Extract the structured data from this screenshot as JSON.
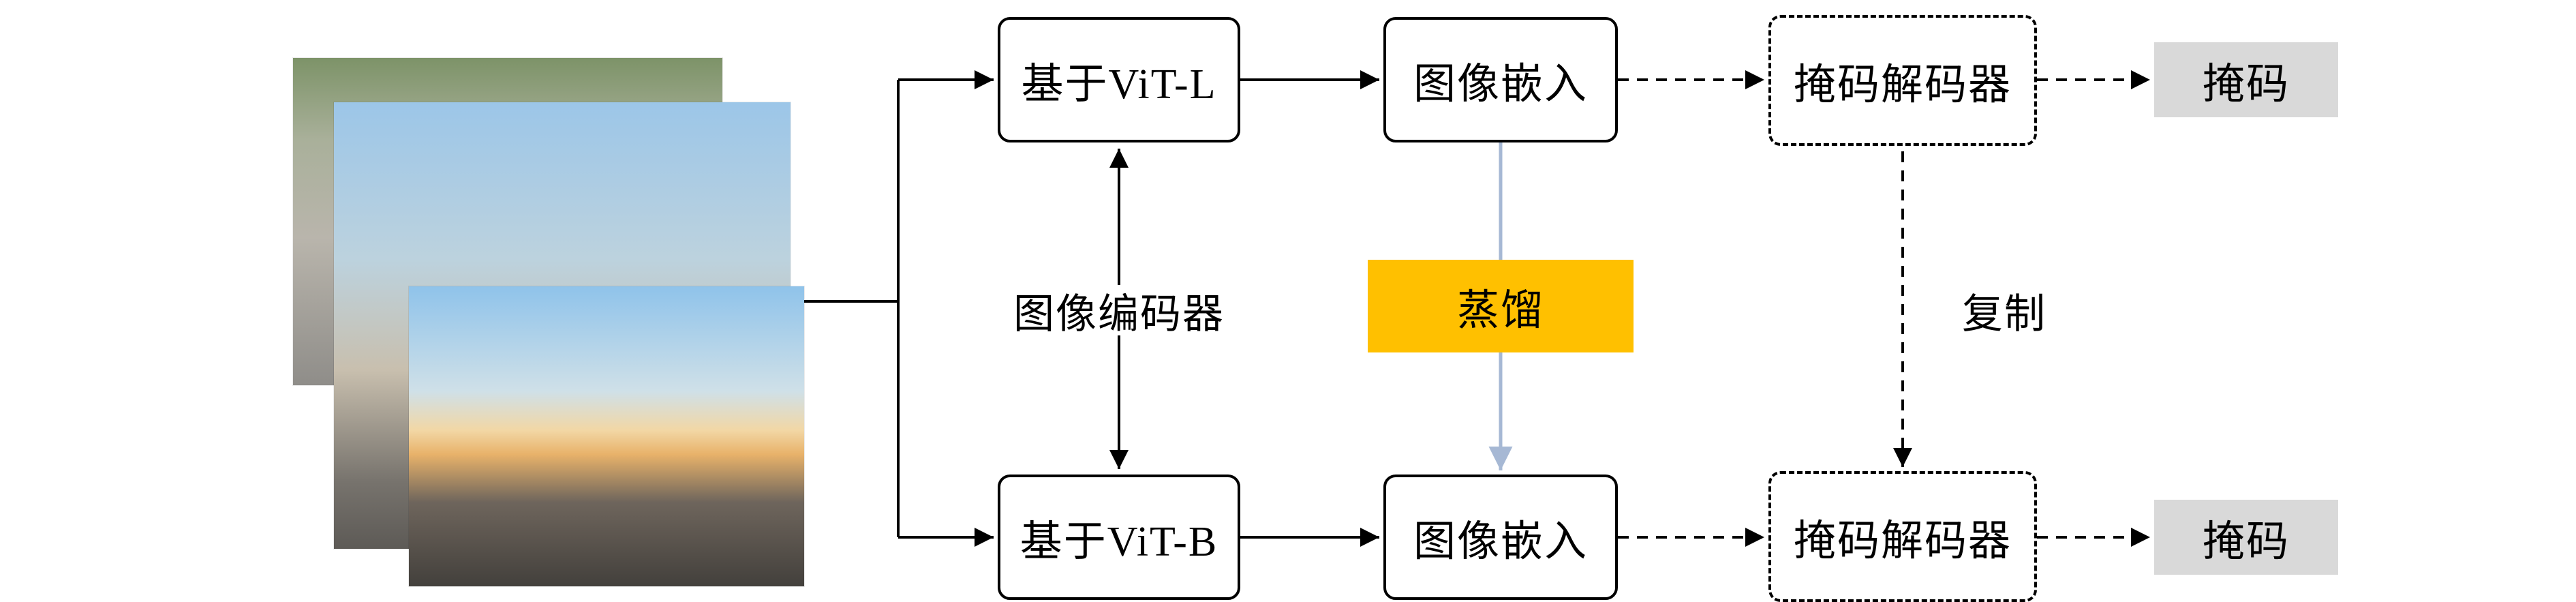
{
  "diagram": {
    "background": "#ffffff",
    "colors": {
      "line": "#000000",
      "distill_box": "#FFC000",
      "mask_box": "#d9d9d9",
      "distill_arrow": "#a6b8d4"
    },
    "nodes": {
      "encoder_top": "基于ViT-L",
      "embedding_top": "图像嵌入",
      "decoder_top": "掩码解码器",
      "mask_top": "掩码",
      "encoder_bottom": "基于ViT-B",
      "embedding_bottom": "图像嵌入",
      "decoder_bottom": "掩码解码器",
      "mask_bottom": "掩码",
      "distill": "蒸馏"
    },
    "labels": {
      "image_encoder": "图像编码器",
      "copy": "复制"
    }
  }
}
